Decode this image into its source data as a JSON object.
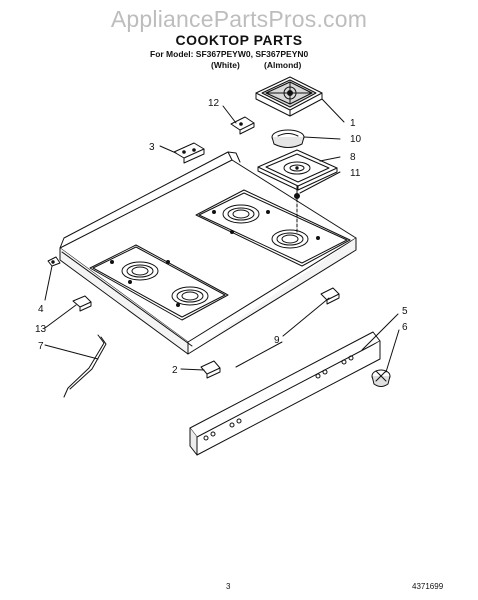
{
  "header": {
    "watermark": "AppliancePartsPros.com",
    "title": "COOKTOP PARTS",
    "subtitle": "For Model: SF367PEYW0, SF367PEYN0",
    "variants": [
      "(White)",
      "(Almond)"
    ]
  },
  "callouts": [
    "1",
    "2",
    "3",
    "4",
    "5",
    "6",
    "7",
    "8",
    "9",
    "10",
    "11",
    "12",
    "13"
  ],
  "footer": {
    "page_number": "3",
    "document_number": "4371699"
  }
}
